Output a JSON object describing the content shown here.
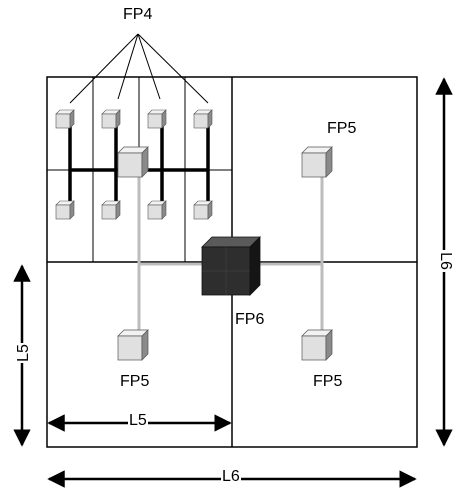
{
  "labels": {
    "fp4": "FP4",
    "fp5_top_right": "FP5",
    "fp6": "FP6",
    "fp5_bottom_left": "FP5",
    "fp5_bottom_right": "FP5",
    "l5_vertical": "L5",
    "l5_horizontal": "L5",
    "l6_vertical": "L6",
    "l6_horizontal": "L6"
  },
  "colors": {
    "line": "#000000",
    "gray_connection": "#bdbdbd",
    "cube_light_top": "#f2f2f2",
    "cube_light_front": "#e0e0e0",
    "cube_light_side": "#8a8a8a",
    "cube_dark_top": "#5a5a5a",
    "cube_dark_front": "#2e2e2e",
    "cube_dark_side": "#151515"
  }
}
